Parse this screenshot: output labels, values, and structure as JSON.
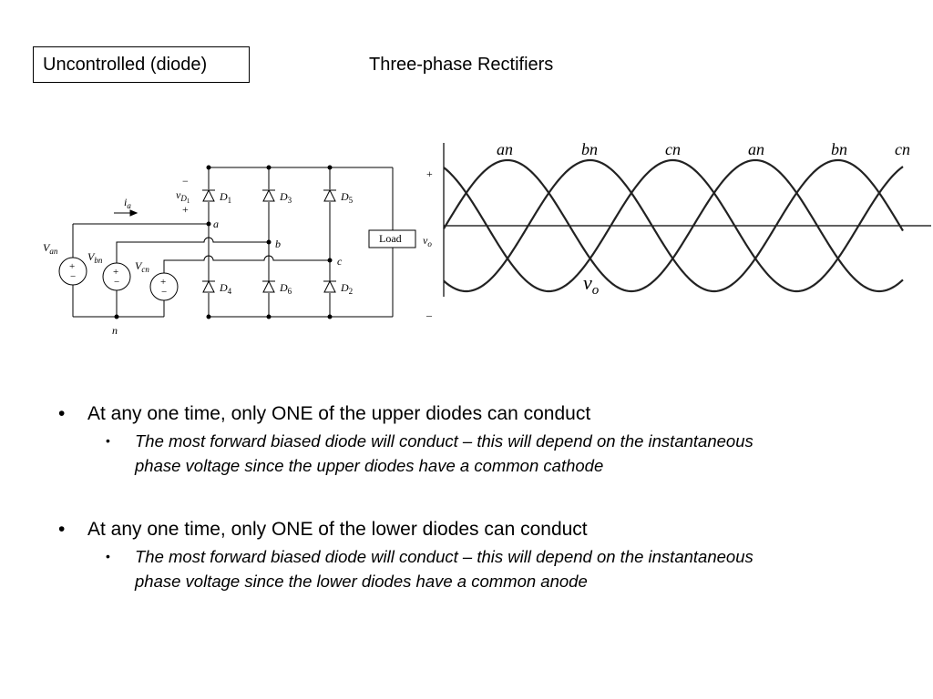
{
  "header": {
    "tag": "Uncontrolled (diode)",
    "title": "Three-phase Rectifiers"
  },
  "circuit": {
    "sources": {
      "an": "V",
      "an_sub": "an",
      "bn": "V",
      "bn_sub": "bn",
      "cn": "V",
      "cn_sub": "cn"
    },
    "plus": "+",
    "minus": "−",
    "current": "i",
    "current_sub": "a",
    "diode_voltage": "v",
    "diode_voltage_sub": "D",
    "diode_voltage_subsub": "1",
    "nodes": {
      "a": "a",
      "b": "b",
      "c": "c",
      "n": "n"
    },
    "diodes": [
      {
        "D": "D",
        "sub": "1"
      },
      {
        "D": "D",
        "sub": "3"
      },
      {
        "D": "D",
        "sub": "5"
      },
      {
        "D": "D",
        "sub": "4"
      },
      {
        "D": "D",
        "sub": "6"
      },
      {
        "D": "D",
        "sub": "2"
      }
    ],
    "load": "Load",
    "vo": "v",
    "vo_sub": "o"
  },
  "waveform": {
    "phase_labels": [
      "an",
      "bn",
      "cn",
      "an",
      "bn",
      "cn"
    ],
    "plus": "+",
    "minus": "–",
    "vo": "v",
    "vo_sub": "o"
  },
  "bullets": [
    {
      "text": "At any one time, only ONE of the upper diodes can conduct",
      "sub": [
        "The most forward biased diode will conduct – this will depend on the instantaneous",
        "phase voltage since the upper diodes have a common cathode"
      ]
    },
    {
      "text": "At any one time, only ONE of the lower diodes can conduct",
      "sub": [
        "The most forward biased diode will conduct – this will depend on the instantaneous",
        "phase voltage since the lower diodes have a common anode"
      ]
    }
  ],
  "bullet_symbols": {
    "main": "•",
    "sub": "•"
  }
}
